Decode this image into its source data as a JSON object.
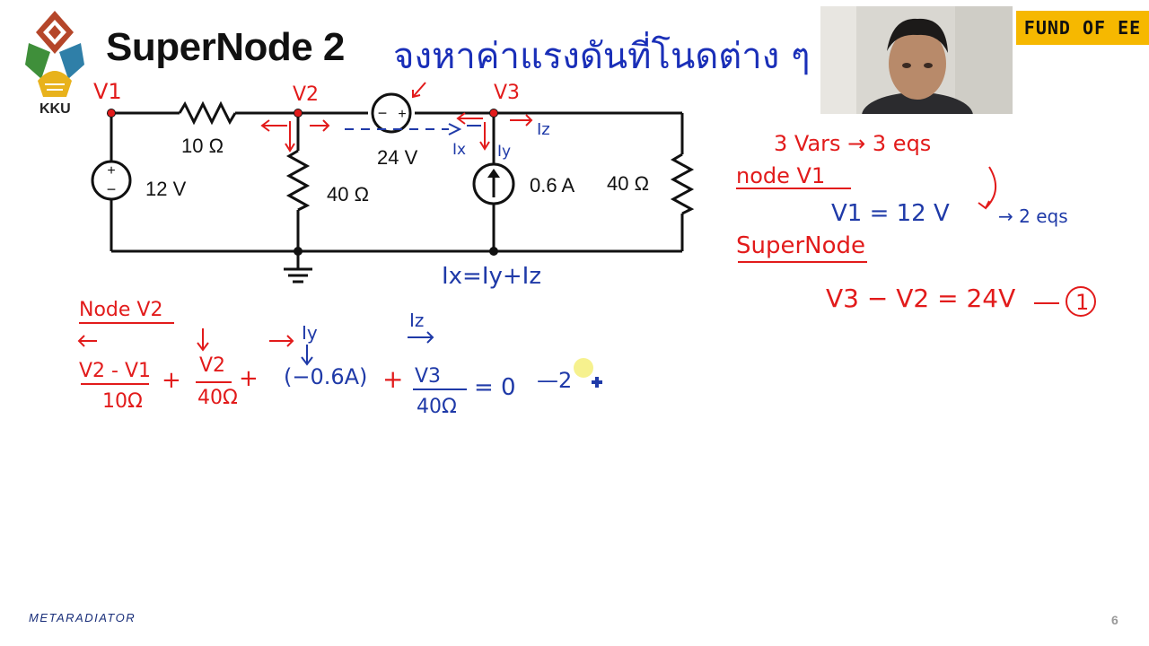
{
  "slide": {
    "title": "SuperNode 2",
    "title_thai": "จงหาค่าแรงดันที่โนดต่าง ๆ",
    "logo_label": "KKU",
    "brand_badge": "FUND OF EE",
    "footer": "METARADIATOR",
    "page_number": "6"
  },
  "circuit": {
    "r1": "10 Ω",
    "vs1": "12 V",
    "r2": "40 Ω",
    "vs2": "24 V",
    "is1": "0.6 A",
    "r3": "40 Ω"
  },
  "annotations": {
    "v1": "V1",
    "v2": "V2",
    "v3": "V3",
    "ix": "Ix",
    "iy": "Iy",
    "iz": "Iz",
    "kcl": "Ix=Iy+Iz",
    "vars": "3 Vars → 3 eqs",
    "node_v1_heading": "node V1",
    "node_v1_eq": "V1 = 12 V",
    "two_eqs": "→ 2 eqs",
    "supernode_heading": "SuperNode",
    "supernode_eq": "V3 − V2 = 24V",
    "eq1_marker": "1",
    "node_v2_heading": "Node V2",
    "term1_num": "V2 - V1",
    "term1_den": "10Ω",
    "plus": "+",
    "term2_num": "V2",
    "term2_den": "40Ω",
    "iy_label": "Iy",
    "iz_label": "Iz",
    "term3": "(−0.6A)",
    "term4_num": "V3",
    "term4_den": "40Ω",
    "equals_zero": "= 0",
    "eq2_marker": "—2"
  },
  "colors": {
    "ink_red": "#e21b1b",
    "ink_blue": "#1f3aa8",
    "title_blue": "#1a2fb8",
    "brand_yellow": "#f6b800"
  }
}
